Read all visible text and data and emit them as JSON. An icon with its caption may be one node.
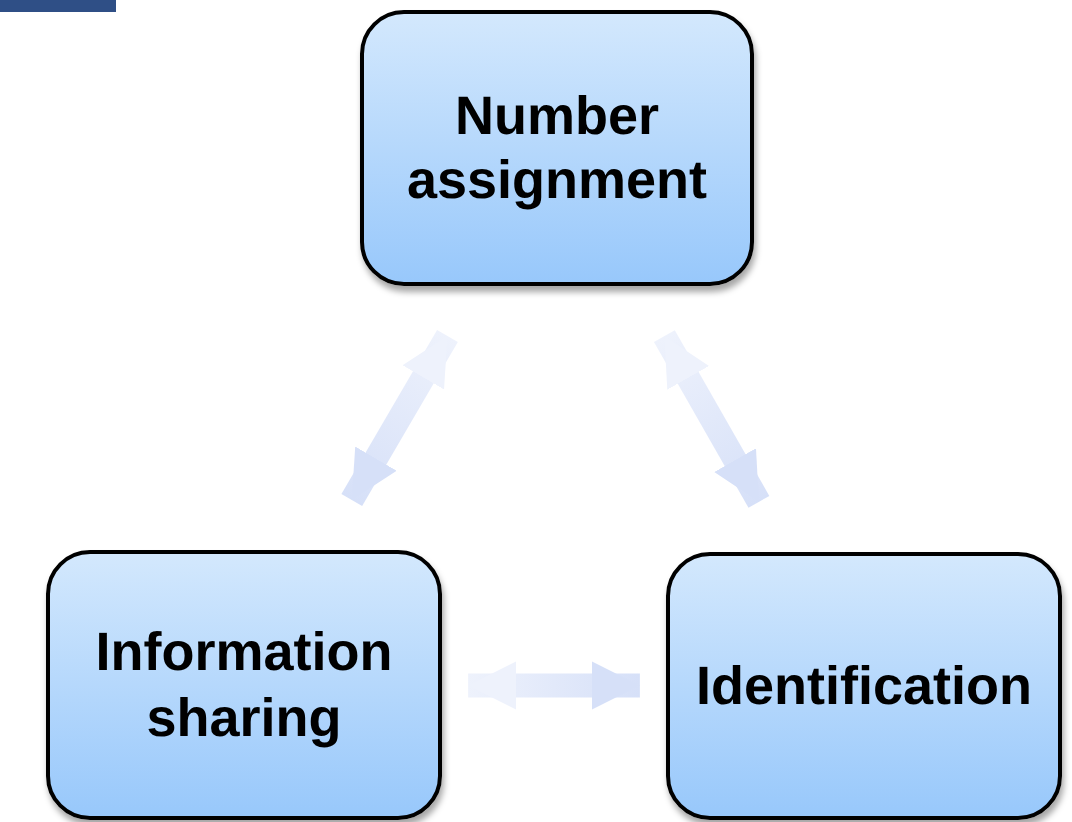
{
  "diagram": {
    "nodes": [
      {
        "text": [
          "Number assignment"
        ]
      },
      {
        "text": [
          "Information sharing"
        ]
      },
      {
        "text": [
          "Identification"
        ]
      }
    ],
    "edges": [
      {
        "from": 0,
        "to": 1,
        "arrow": "both"
      },
      {
        "from": 0,
        "to": 2,
        "arrow": "both"
      },
      {
        "from": 1,
        "to": 2,
        "arrow": "both"
      }
    ]
  }
}
